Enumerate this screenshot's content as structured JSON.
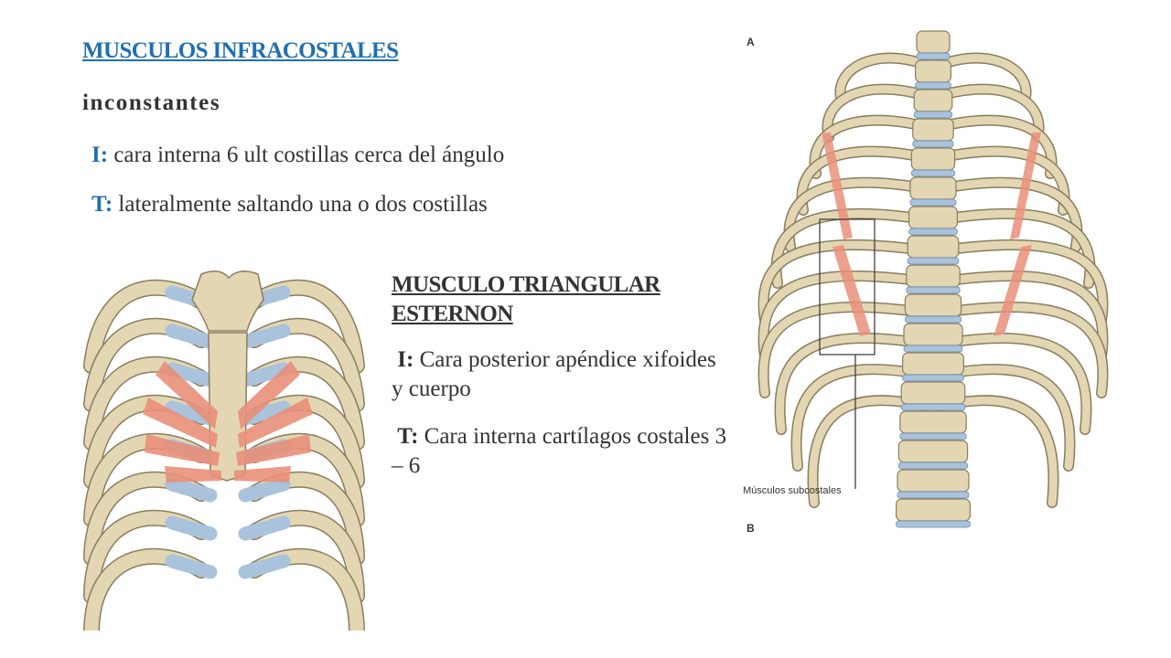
{
  "infracostales": {
    "title": "MUSCULOS INFRACOSTALES",
    "subtitle": "inconstantes",
    "origin_key": "I:",
    "origin_text": " cara interna 6 ult costillas cerca del ángulo",
    "insertion_key": "T:",
    "insertion_text": " lateralmente saltando una o dos costillas"
  },
  "triangular": {
    "title_line1": "MUSCULO TRIANGULAR",
    "title_line2": "ESTERNON",
    "origin_key": "I:",
    "origin_text": " Cara posterior apéndice xifoides y cuerpo",
    "insertion_key": "T:",
    "insertion_text": " Cara interna cartílagos costales 3 – 6"
  },
  "figure_right": {
    "label_a": "A",
    "label_b": "B",
    "callout": "Músculos subcostales"
  },
  "colors": {
    "accent_blue": "#1f6fb0",
    "bone": "#e3d6b3",
    "bone_stroke": "#8a7d5e",
    "cartilage": "#a9c3dc",
    "muscle": "#e9907a"
  }
}
